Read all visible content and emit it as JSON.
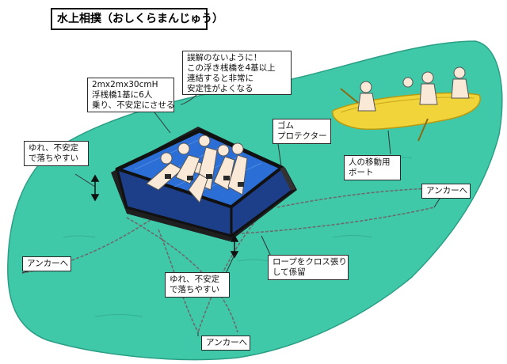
{
  "title": "水上相撲（おしくらまんじゅう）",
  "callouts": {
    "misunderstanding": [
      "誤解のないように！",
      "この浮き桟橋を4基以上",
      "連結すると非常に",
      "安定性がよくなる"
    ],
    "spec": [
      "2mx2mx30cmH",
      "浮桟橋1基に6人",
      "乗り、不安定にさせる"
    ],
    "sway_left": [
      "ゆれ、不安定",
      "で落ちやすい"
    ],
    "rubber": [
      "ゴム",
      "プロテクター"
    ],
    "boat": [
      "人の移動用",
      "ボート"
    ],
    "anchor_right": [
      "アンカーへ"
    ],
    "anchor_left": [
      "アンカーへ"
    ],
    "rope": [
      "ロープをクロス張り",
      "して係留"
    ],
    "sway_bottom": [
      "ゆれ、不安定",
      "で落ちやすい"
    ],
    "anchor_bottom": [
      "アンカーへ"
    ]
  },
  "colors": {
    "water": "#3fc9a9",
    "float": "#2b6fd6",
    "float_edge": "#1a1a1a",
    "boat": "#f0d43a",
    "skin": "#fbe9d8"
  }
}
